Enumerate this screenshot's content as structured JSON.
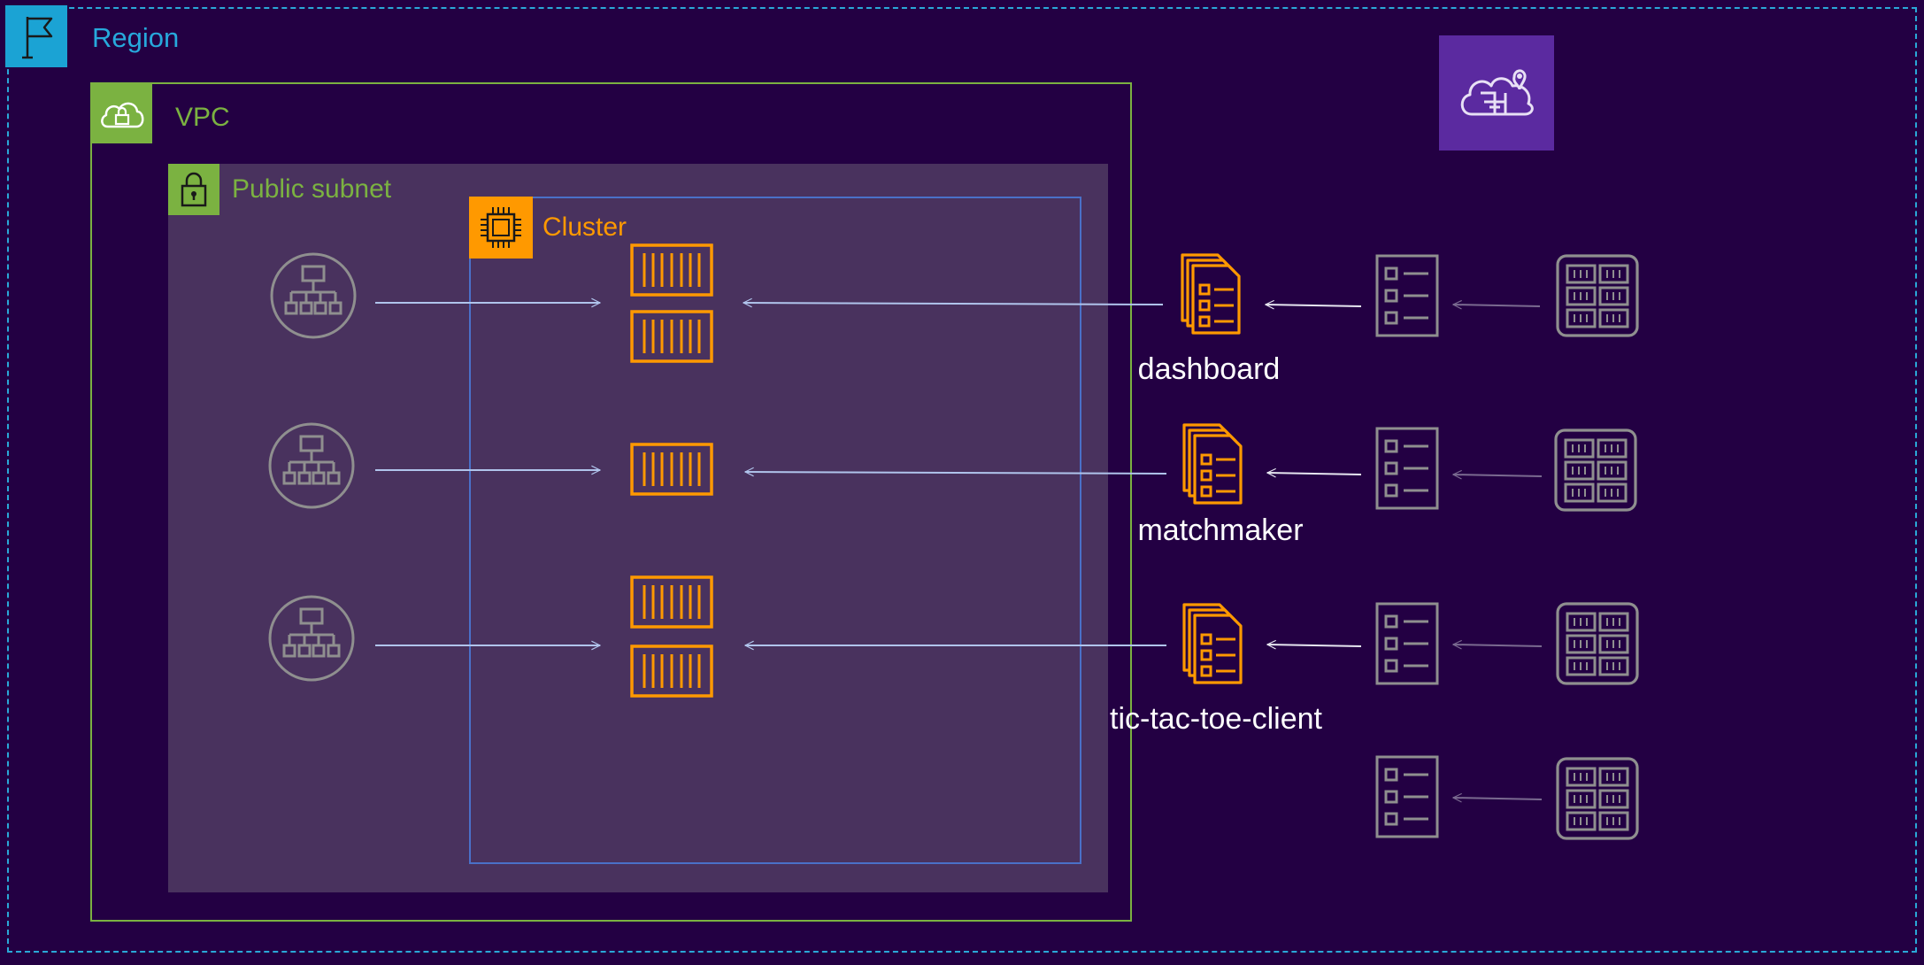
{
  "groups": {
    "region": "Region",
    "vpc": "VPC",
    "subnet": "Public subnet",
    "cluster": "Cluster"
  },
  "services": [
    {
      "name": "dashboard",
      "containers": 2
    },
    {
      "name": "matchmaker",
      "containers": 1
    },
    {
      "name": "tic-tac-toe-client",
      "containers": 2
    },
    {
      "name": "",
      "containers": 0
    }
  ],
  "colors": {
    "background": "#230043",
    "region": "#27a9dc",
    "vpc": "#7bb241",
    "subnet_fill": "#49325e",
    "cluster_border": "#4a70c8",
    "container": "#ff9900",
    "gray_icon": "#8f8f8f",
    "gamelift": "#5b2aa0"
  },
  "icons": [
    "region-flag-icon",
    "vpc-cloud-lock-icon",
    "subnet-lock-icon",
    "cluster-chip-icon",
    "load-balancer-icon",
    "container-icon",
    "task-definition-icon",
    "task-list-icon",
    "container-registry-icon",
    "gamelift-icon"
  ]
}
